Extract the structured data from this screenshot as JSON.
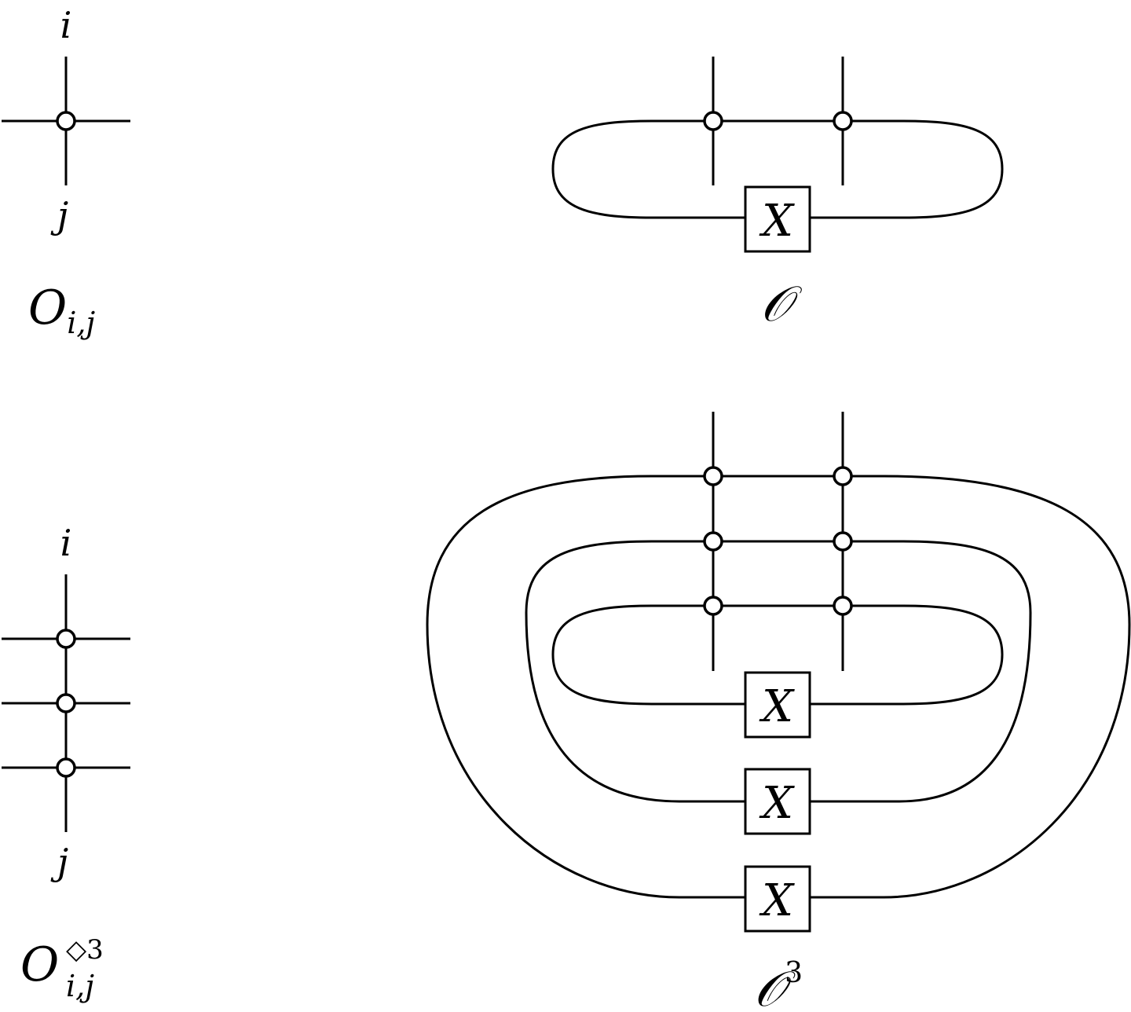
{
  "panels": {
    "single_tensor": {
      "top_index": "i",
      "bottom_index": "j",
      "caption_symbol": "O",
      "caption_subscript": "i,j"
    },
    "single_trace": {
      "box_label": "X",
      "caption_symbol": "𝒪"
    },
    "stacked_tensor": {
      "top_index": "i",
      "bottom_index": "j",
      "caption_symbol": "O",
      "caption_superscript": "◇3",
      "caption_subscript": "i,j"
    },
    "stacked_trace": {
      "box_labels": [
        "X",
        "X",
        "X"
      ],
      "caption_symbol": "𝒪",
      "caption_superscript": "3"
    }
  }
}
